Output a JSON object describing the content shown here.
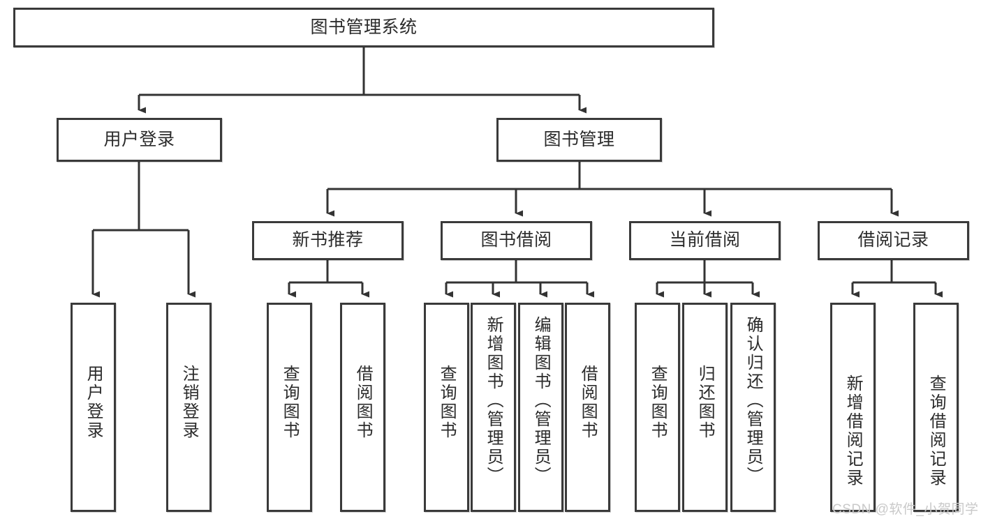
{
  "diagram": {
    "type": "hierarchy-tree",
    "title": "图书管理系统",
    "root": {
      "label": "图书管理系统"
    },
    "level2": [
      {
        "label": "用户登录"
      },
      {
        "label": "图书管理"
      }
    ],
    "level3": [
      {
        "label": "新书推荐"
      },
      {
        "label": "图书借阅"
      },
      {
        "label": "当前借阅"
      },
      {
        "label": "借阅记录"
      }
    ],
    "leaves": {
      "user_login": [
        {
          "label": "用户登录"
        },
        {
          "label": "注销登录"
        }
      ],
      "new_book_recommend": [
        {
          "label": "查询图书"
        },
        {
          "label": "借阅图书"
        }
      ],
      "book_borrow": [
        {
          "label": "查询图书"
        },
        {
          "label": "新增图书（管理员）"
        },
        {
          "label": "编辑图书（管理员）"
        },
        {
          "label": "借阅图书"
        }
      ],
      "current_borrow": [
        {
          "label": "查询图书"
        },
        {
          "label": "归还图书"
        },
        {
          "label": "确认归还（管理员）"
        }
      ],
      "borrow_record": [
        {
          "label": "新增借阅记录"
        },
        {
          "label": "查询借阅记录"
        }
      ]
    }
  },
  "watermark": {
    "text": "CSDN @软件_小贺同学"
  },
  "colors": {
    "border": "#3a3a3a",
    "text": "#2b2b2b",
    "background": "#ffffff",
    "watermark": "#c9c9c9"
  }
}
